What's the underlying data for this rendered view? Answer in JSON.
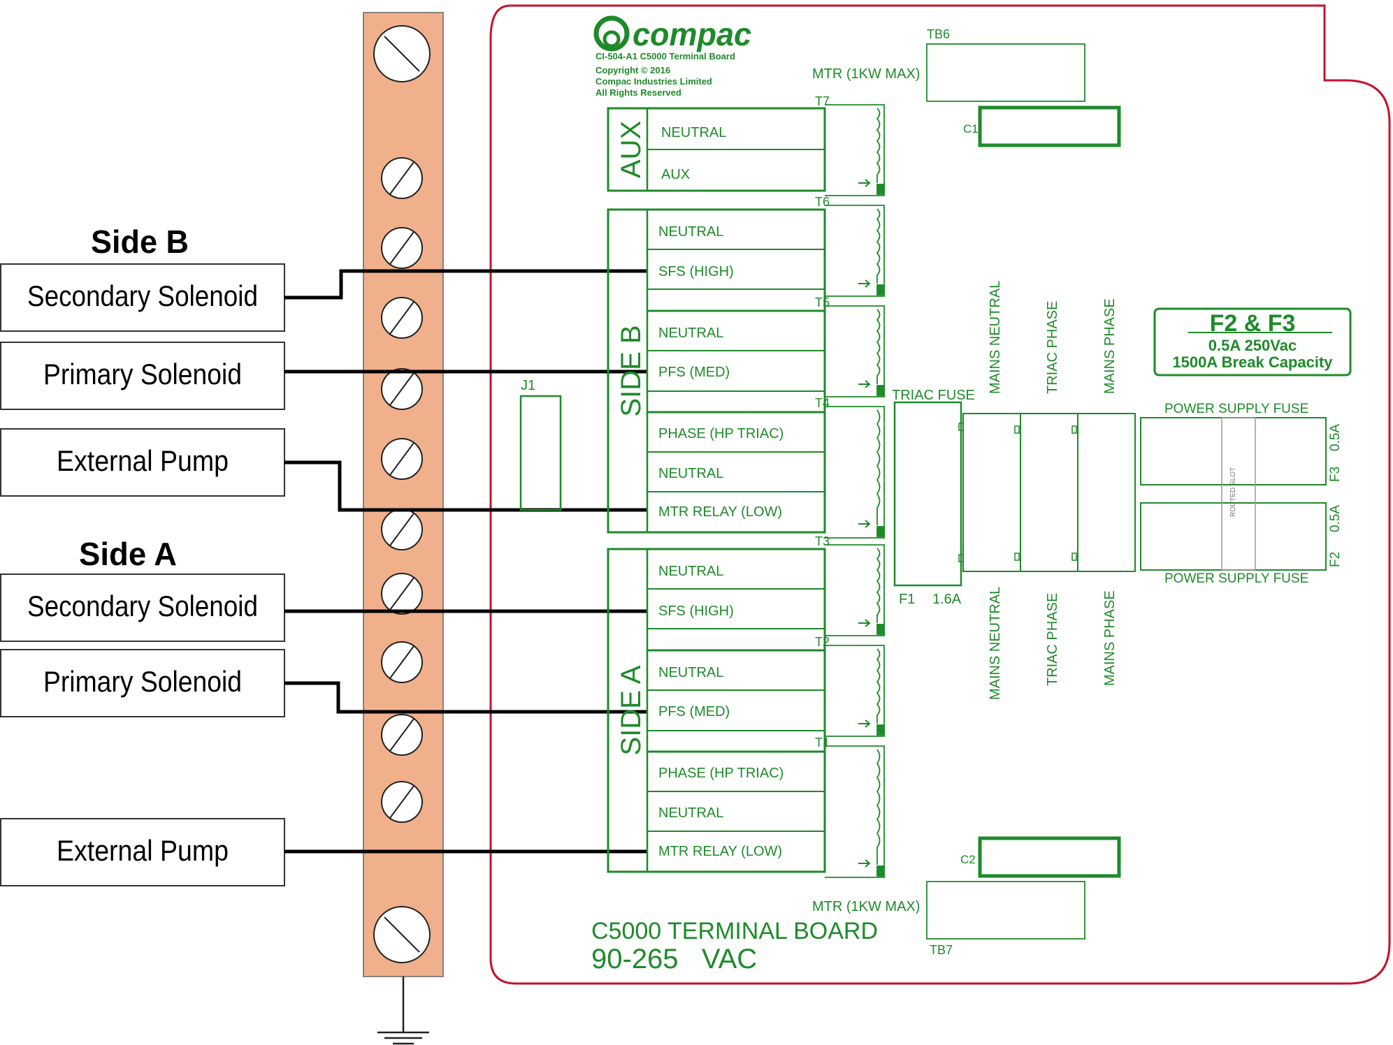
{
  "colors": {
    "board_outline": "#c8102e",
    "board_green": "#1e8a2a",
    "terminal_strip": "#f0b08c",
    "wire": "#000000"
  },
  "labels_left": {
    "side_b_title": "Side B",
    "side_a_title": "Side A",
    "b_secondary": "Secondary Solenoid",
    "b_primary": "Primary Solenoid",
    "b_pump": "External Pump",
    "a_secondary": "Secondary Solenoid",
    "a_primary": "Primary Solenoid",
    "a_pump": "External Pump"
  },
  "board": {
    "logo": "compac",
    "part_number": "CI-504-A1 C5000 Terminal Board",
    "copyright": "Copyright © 2016",
    "company": "Compac Industries Limited",
    "rights": "All Rights Reserved",
    "title": "C5000 TERMINAL BOARD",
    "voltage": "90-265   VAC",
    "tb6": "TB6",
    "tb7": "TB7",
    "mtr_top": "MTR (1KW MAX)",
    "mtr_bottom": "MTR (1KW MAX)",
    "c1": "C1",
    "c2": "C2",
    "j1": "J1",
    "aux_label": "AUX",
    "side_b_label": "SIDE B",
    "side_a_label": "SIDE A",
    "t7": "T7",
    "t6": "T6",
    "t5": "T5",
    "t4": "T4",
    "t3": "T3",
    "t2": "T2",
    "t1": "T1",
    "aux_rows": [
      "NEUTRAL",
      "AUX"
    ],
    "side_b_rows": [
      "NEUTRAL",
      "SFS (HIGH)",
      "NEUTRAL",
      "PFS (MED)",
      "PHASE (HP TRIAC)",
      "NEUTRAL",
      "MTR RELAY (LOW)"
    ],
    "side_a_rows": [
      "NEUTRAL",
      "SFS (HIGH)",
      "NEUTRAL",
      "PFS (MED)",
      "PHASE (HP TRIAC)",
      "NEUTRAL",
      "MTR RELAY (LOW)"
    ],
    "triac_fuse": "TRIAC FUSE",
    "f1": "F1",
    "f1_rating": "1.6A",
    "mains_top": [
      "MAINS NEUTRAL",
      "TRIAC PHASE",
      "MAINS PHASE"
    ],
    "mains_bottom": [
      "MAINS NEUTRAL",
      "TRIAC PHASE",
      "MAINS PHASE"
    ],
    "fuse_box_title": "F2 & F3",
    "fuse_box_rating": "0.5A   250Vac",
    "fuse_box_capacity": "1500A Break Capacity",
    "psu_fuse_top": "POWER SUPPLY FUSE",
    "psu_fuse_bottom": "POWER SUPPLY FUSE",
    "f3_label": "F3",
    "f3_rating": "0.5A",
    "f2_label": "F2",
    "f2_rating": "0.5A",
    "routed_slot": "ROUTED SLOT"
  }
}
